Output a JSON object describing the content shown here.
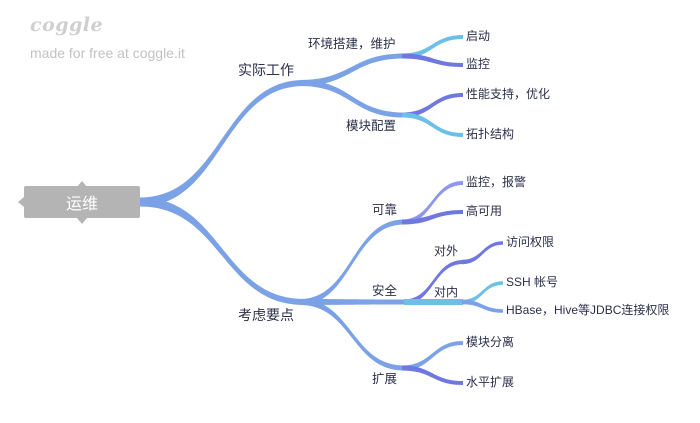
{
  "brand": {
    "logo_text": "coggle",
    "tagline": "made for free at coggle.it"
  },
  "root": {
    "label": "运维",
    "color": "#b4b4b4"
  },
  "branches": {
    "practical_work": {
      "label": "实际工作",
      "env_setup": {
        "label": "环境搭建，维护",
        "start": "启动",
        "monitor": "监控"
      },
      "module_config": {
        "label": "模块配置",
        "perf_support": "性能支持，优化",
        "topology": "拓扑结构"
      }
    },
    "key_points": {
      "label": "考虑要点",
      "reliable": {
        "label": "可靠",
        "monitor_alert": "监控，报警",
        "high_availability": "高可用"
      },
      "security": {
        "label": "安全",
        "external": {
          "label": "对外",
          "access_control": "访问权限"
        },
        "internal": {
          "label": "对内",
          "ssh_account": "SSH 帐号",
          "hbase_hive": "HBase，Hive等JDBC连接权限"
        }
      },
      "scale": {
        "label": "扩展",
        "module_split": "模块分离",
        "horizontal": "水平扩展"
      }
    }
  },
  "colors": {
    "branch_blue": "#7ba2e6",
    "violet": "#6f78e0",
    "cyan": "#6cc0e8",
    "lavender": "#8e97ee"
  }
}
